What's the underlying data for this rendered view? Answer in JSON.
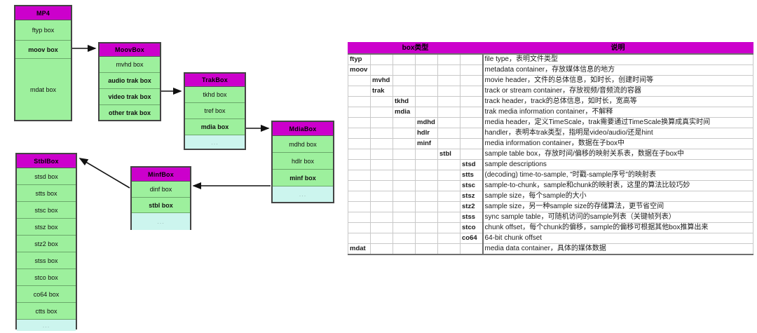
{
  "colors": {
    "header": "#cc00cc",
    "cell": "#9df09d",
    "dots": "#ccf5ee",
    "border": "#444444"
  },
  "diagram": {
    "boxes": [
      {
        "id": "mp4",
        "title": "MP4",
        "rows": [
          {
            "label": "ftyp box",
            "bold": false
          },
          {
            "label": "moov box",
            "bold": true
          },
          {
            "label": "mdat box",
            "bold": false
          }
        ]
      },
      {
        "id": "moovbox",
        "title": "MoovBox",
        "rows": [
          {
            "label": "mvhd box",
            "bold": false
          },
          {
            "label": "audio trak box",
            "bold": true
          },
          {
            "label": "video trak box",
            "bold": true
          },
          {
            "label": "other trak box",
            "bold": true
          }
        ]
      },
      {
        "id": "trakbox",
        "title": "TrakBox",
        "rows": [
          {
            "label": "tkhd box",
            "bold": false
          },
          {
            "label": "tref box",
            "bold": false
          },
          {
            "label": "mdia box",
            "bold": true
          },
          {
            "label": "...",
            "bold": false,
            "dots": true
          }
        ]
      },
      {
        "id": "mdiabox",
        "title": "MdiaBox",
        "rows": [
          {
            "label": "mdhd box",
            "bold": false
          },
          {
            "label": "hdlr box",
            "bold": false
          },
          {
            "label": "minf box",
            "bold": true
          },
          {
            "label": "...",
            "bold": false,
            "dots": true
          }
        ]
      },
      {
        "id": "minfbox",
        "title": "MinfBox",
        "rows": [
          {
            "label": "dinf box",
            "bold": false
          },
          {
            "label": "stbl box",
            "bold": true
          },
          {
            "label": "...",
            "bold": false,
            "dots": true
          }
        ]
      },
      {
        "id": "stblbox",
        "title": "StblBox",
        "rows": [
          {
            "label": "stsd box",
            "bold": false
          },
          {
            "label": "stts box",
            "bold": false
          },
          {
            "label": "stsc box",
            "bold": false
          },
          {
            "label": "stsz box",
            "bold": false
          },
          {
            "label": "stz2 box",
            "bold": false
          },
          {
            "label": "stss box",
            "bold": false
          },
          {
            "label": "stco box",
            "bold": false
          },
          {
            "label": "co64 box",
            "bold": false
          },
          {
            "label": "ctts box",
            "bold": false
          },
          {
            "label": "...",
            "bold": false,
            "dots": true
          }
        ]
      }
    ]
  },
  "table": {
    "headers": {
      "type": "box类型",
      "desc": "说明"
    },
    "rows": [
      {
        "level": 0,
        "name": "ftyp",
        "desc": "file type，表明文件类型"
      },
      {
        "level": 0,
        "name": "moov",
        "desc": "metadata container，存放媒体信息的地方"
      },
      {
        "level": 1,
        "name": "mvhd",
        "desc": "movie header，文件的总体信息，如时长，创建时间等"
      },
      {
        "level": 1,
        "name": "trak",
        "desc": "track or stream container，存放视频/音频流的容器"
      },
      {
        "level": 2,
        "name": "tkhd",
        "desc": "track header，track的总体信息，如时长，宽高等"
      },
      {
        "level": 2,
        "name": "mdia",
        "desc": "trak media information container，不解释"
      },
      {
        "level": 3,
        "name": "mdhd",
        "desc": "media header，定义TimeScale，trak需要通过TimeScale换算成真实时间"
      },
      {
        "level": 3,
        "name": "hdlr",
        "desc": "handler，表明本trak类型，指明是video/audio/还是hint"
      },
      {
        "level": 3,
        "name": "minf",
        "desc": "media information container，数据在子box中"
      },
      {
        "level": 4,
        "name": "stbl",
        "desc": "sample table box，存放时间/偏移的映射关系表，数据在子box中"
      },
      {
        "level": 5,
        "name": "stsd",
        "desc": "sample descriptions"
      },
      {
        "level": 5,
        "name": "stts",
        "desc": "(decoding) time-to-sample, \"时戳-sample序号\"的映射表"
      },
      {
        "level": 5,
        "name": "stsc",
        "desc": "sample-to-chunk，sample和chunk的映射表，这里的算法比较巧妙"
      },
      {
        "level": 5,
        "name": "stsz",
        "desc": "sample size，每个sample的大小"
      },
      {
        "level": 5,
        "name": "stz2",
        "desc": "sample size，另一种sample size的存储算法，更节省空间"
      },
      {
        "level": 5,
        "name": "stss",
        "desc": "sync sample table，可随机访问的sample列表（关键帧列表）"
      },
      {
        "level": 5,
        "name": "stco",
        "desc": "chunk offset，每个chunk的偏移，sample的偏移可根据其他box推算出来"
      },
      {
        "level": 5,
        "name": "co64",
        "desc": "64-bit chunk offset"
      },
      {
        "level": 0,
        "name": "mdat",
        "desc": "media data container，具体的媒体数据"
      }
    ]
  }
}
